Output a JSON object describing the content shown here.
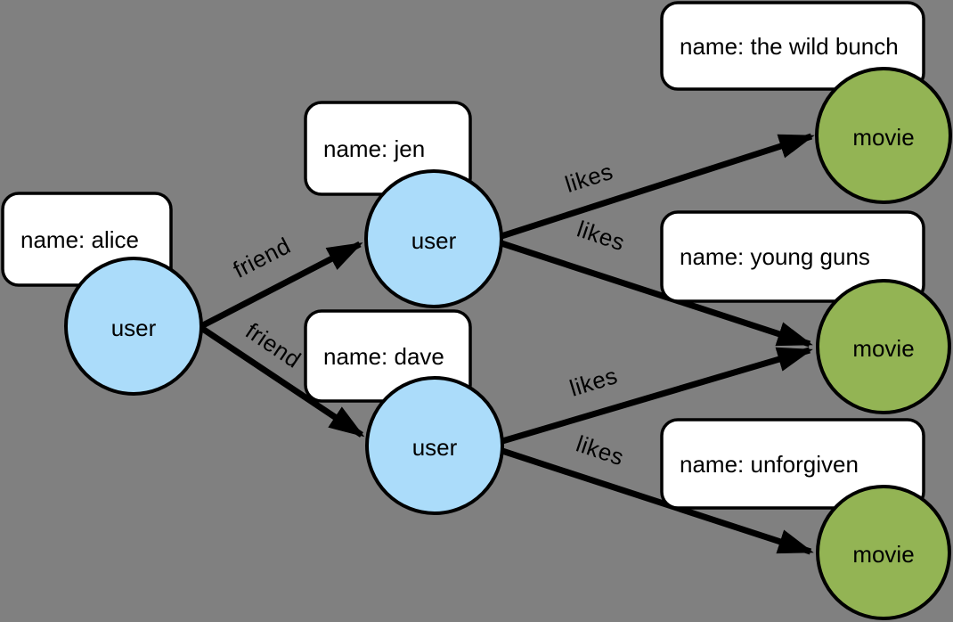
{
  "diagram": {
    "background_color": "#808080",
    "colors": {
      "user_node_fill": "#abdcfa",
      "movie_node_fill": "#93b454",
      "property_box_fill": "#ffffff",
      "edge_color": "#000000",
      "text_color": "#000000"
    },
    "nodes": {
      "alice": {
        "type_label": "user",
        "property": "name: alice"
      },
      "jen": {
        "type_label": "user",
        "property": "name: jen"
      },
      "dave": {
        "type_label": "user",
        "property": "name: dave"
      },
      "wild_bunch": {
        "type_label": "movie",
        "property": "name: the wild bunch"
      },
      "young_guns": {
        "type_label": "movie",
        "property": "name: young guns"
      },
      "unforgiven": {
        "type_label": "movie",
        "property": "name: unforgiven"
      }
    },
    "edges": {
      "alice_jen": {
        "label": "friend"
      },
      "alice_dave": {
        "label": "friend"
      },
      "jen_wild_bunch": {
        "label": "likes"
      },
      "jen_young_guns": {
        "label": "likes"
      },
      "dave_young_guns": {
        "label": "likes"
      },
      "dave_unforgiven": {
        "label": "likes"
      }
    }
  }
}
